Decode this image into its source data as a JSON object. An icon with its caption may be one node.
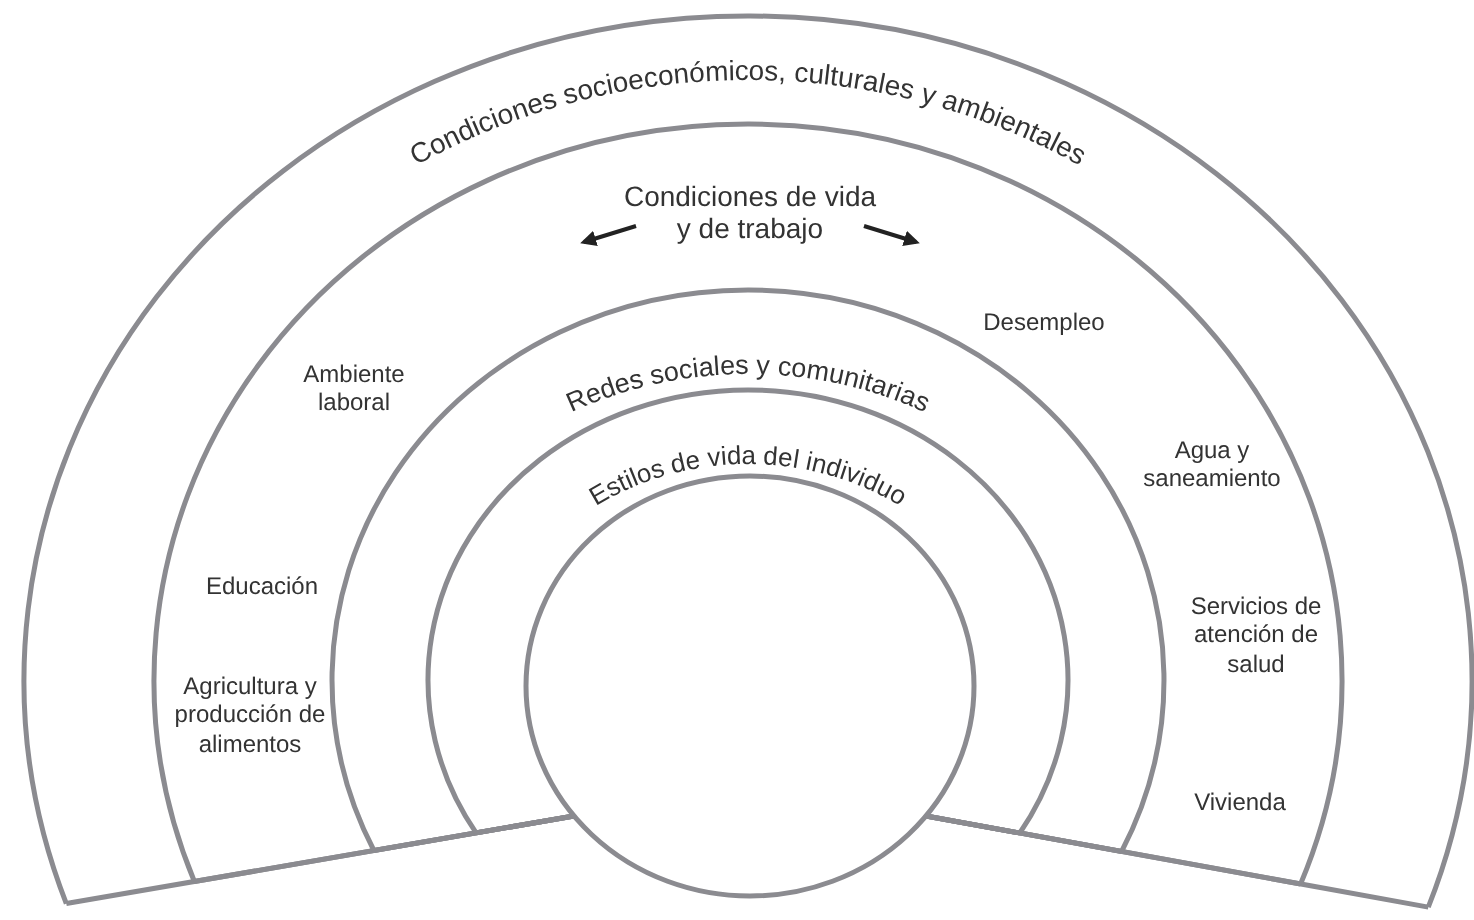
{
  "diagram": {
    "nodes": [
      {
        "text": [
          "Condiciones socioeconómicos, culturales y ambientales"
        ]
      },
      {
        "text": [
          "Condiciones de vida y de trabajo"
        ],
        "in": 0
      },
      {
        "text": [
          "Redes sociales y comunitarias"
        ],
        "in": 1
      },
      {
        "text": [
          "Estilos de vida del individuo"
        ],
        "in": 2
      },
      {
        "text": [],
        "shape": "circle",
        "in": 3
      }
    ],
    "labels": [
      "Ambiente laboral",
      "Educación",
      "Agricultura y producción de alimentos",
      "Desempleo",
      "Agua y saneamiento",
      "Servicios de atención de salud",
      "Vivienda"
    ]
  }
}
